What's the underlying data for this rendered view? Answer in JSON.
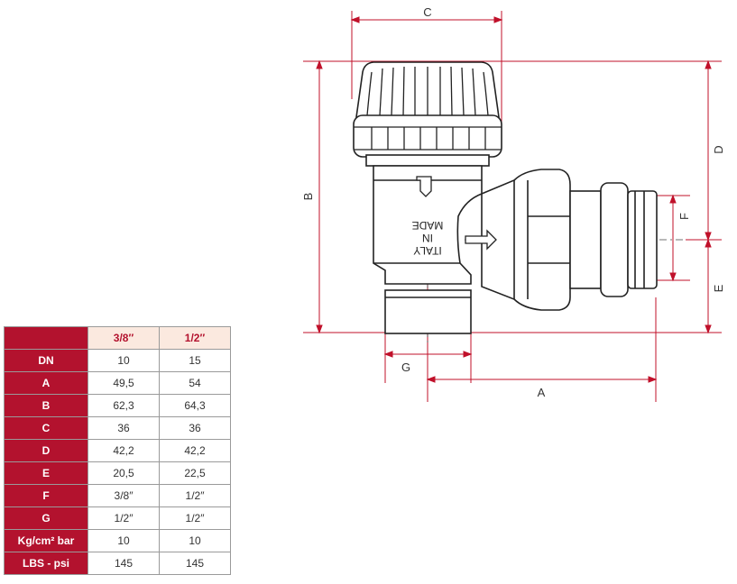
{
  "drawing": {
    "dimension_letters": {
      "a": "A",
      "b": "B",
      "c": "C",
      "d": "D",
      "e": "E",
      "f": "F",
      "g": "G"
    },
    "body_marking": [
      "MADE",
      "IN",
      "ITALY"
    ],
    "colors": {
      "dimension_line": "#c0102a",
      "outline": "#222222"
    }
  },
  "table": {
    "columns": [
      "3/8″",
      "1/2″"
    ],
    "rows": [
      {
        "label": "DN",
        "values": [
          "10",
          "15"
        ]
      },
      {
        "label": "A",
        "values": [
          "49,5",
          "54"
        ]
      },
      {
        "label": "B",
        "values": [
          "62,3",
          "64,3"
        ]
      },
      {
        "label": "C",
        "values": [
          "36",
          "36"
        ]
      },
      {
        "label": "D",
        "values": [
          "42,2",
          "42,2"
        ]
      },
      {
        "label": "E",
        "values": [
          "20,5",
          "22,5"
        ]
      },
      {
        "label": "F",
        "values": [
          "3/8″",
          "1/2″"
        ]
      },
      {
        "label": "G",
        "values": [
          "1/2″",
          "1/2″"
        ]
      },
      {
        "label": "Kg/cm² bar",
        "values": [
          "10",
          "10"
        ]
      },
      {
        "label": "LBS - psi",
        "values": [
          "145",
          "145"
        ]
      }
    ],
    "colors": {
      "header_red": "#b3122e",
      "column_header_bg": "#fbe9df"
    }
  }
}
